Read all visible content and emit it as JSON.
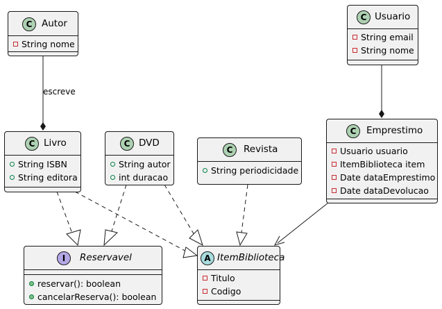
{
  "stereotype_colors": {
    "class": "#add1b2",
    "interface": "#b4a7e5",
    "abstract": "#a9dcdf"
  },
  "classes": {
    "autor": {
      "stereotype": "C",
      "name": "Autor",
      "fields": [
        "String nome"
      ]
    },
    "usuario": {
      "stereotype": "C",
      "name": "Usuario",
      "fields": [
        "String email",
        "String nome"
      ]
    },
    "livro": {
      "stereotype": "C",
      "name": "Livro",
      "fields": [
        "String ISBN",
        "String editora"
      ]
    },
    "dvd": {
      "stereotype": "C",
      "name": "DVD",
      "fields": [
        "String autor",
        "int duracao"
      ]
    },
    "revista": {
      "stereotype": "C",
      "name": "Revista",
      "fields": [
        "String periodicidade"
      ]
    },
    "emprestimo": {
      "stereotype": "C",
      "name": "Emprestimo",
      "fields": [
        "Usuario usuario",
        "ItemBiblioteca item",
        "Date dataEmprestimo",
        "Date dataDevolucao"
      ]
    },
    "reservavel": {
      "stereotype": "I",
      "name": "Reservavel",
      "methods": [
        "reservar(): boolean",
        "cancelarReserva(): boolean"
      ]
    },
    "itembiblioteca": {
      "stereotype": "A",
      "name": "ItemBiblioteca",
      "fields": [
        "Titulo",
        "Codigo"
      ]
    }
  },
  "relations": {
    "autor_livro_label": "escreve"
  }
}
